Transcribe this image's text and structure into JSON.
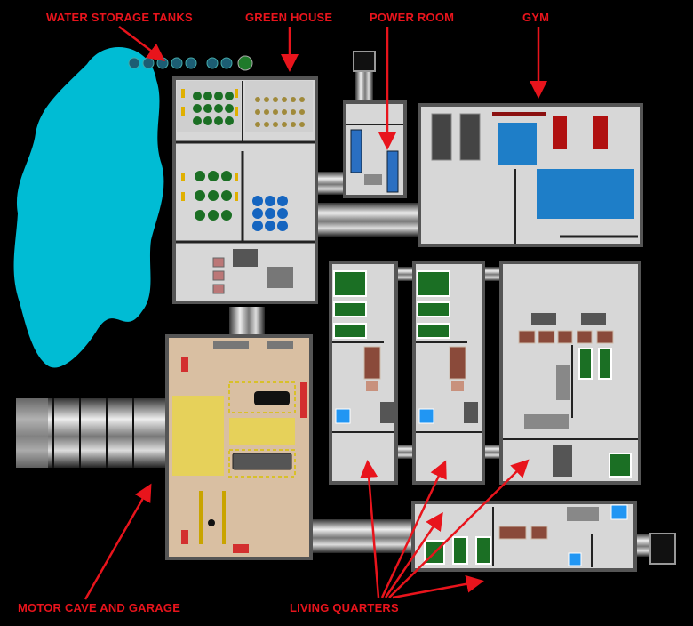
{
  "labels": {
    "water_storage_tanks": "WATER STORAGE TANKS",
    "green_house": "GREEN HOUSE",
    "power_room": "POWER ROOM",
    "gym": "GYM",
    "motor_cave_and_garage": "MOTOR CAVE AND GARAGE",
    "living_quarters": "LIVING QUARTERS"
  },
  "colors": {
    "label_red": "#e8141c",
    "lake_cyan": "#00bcd4",
    "pool_blue": "#1e7ec8",
    "plant_green": "#2e7d32",
    "garage_floor": "#d9bfa2",
    "garage_yellow": "#e6d15a",
    "floor_grey": "#d7d7d7"
  },
  "water_tanks": {
    "count": 7
  }
}
